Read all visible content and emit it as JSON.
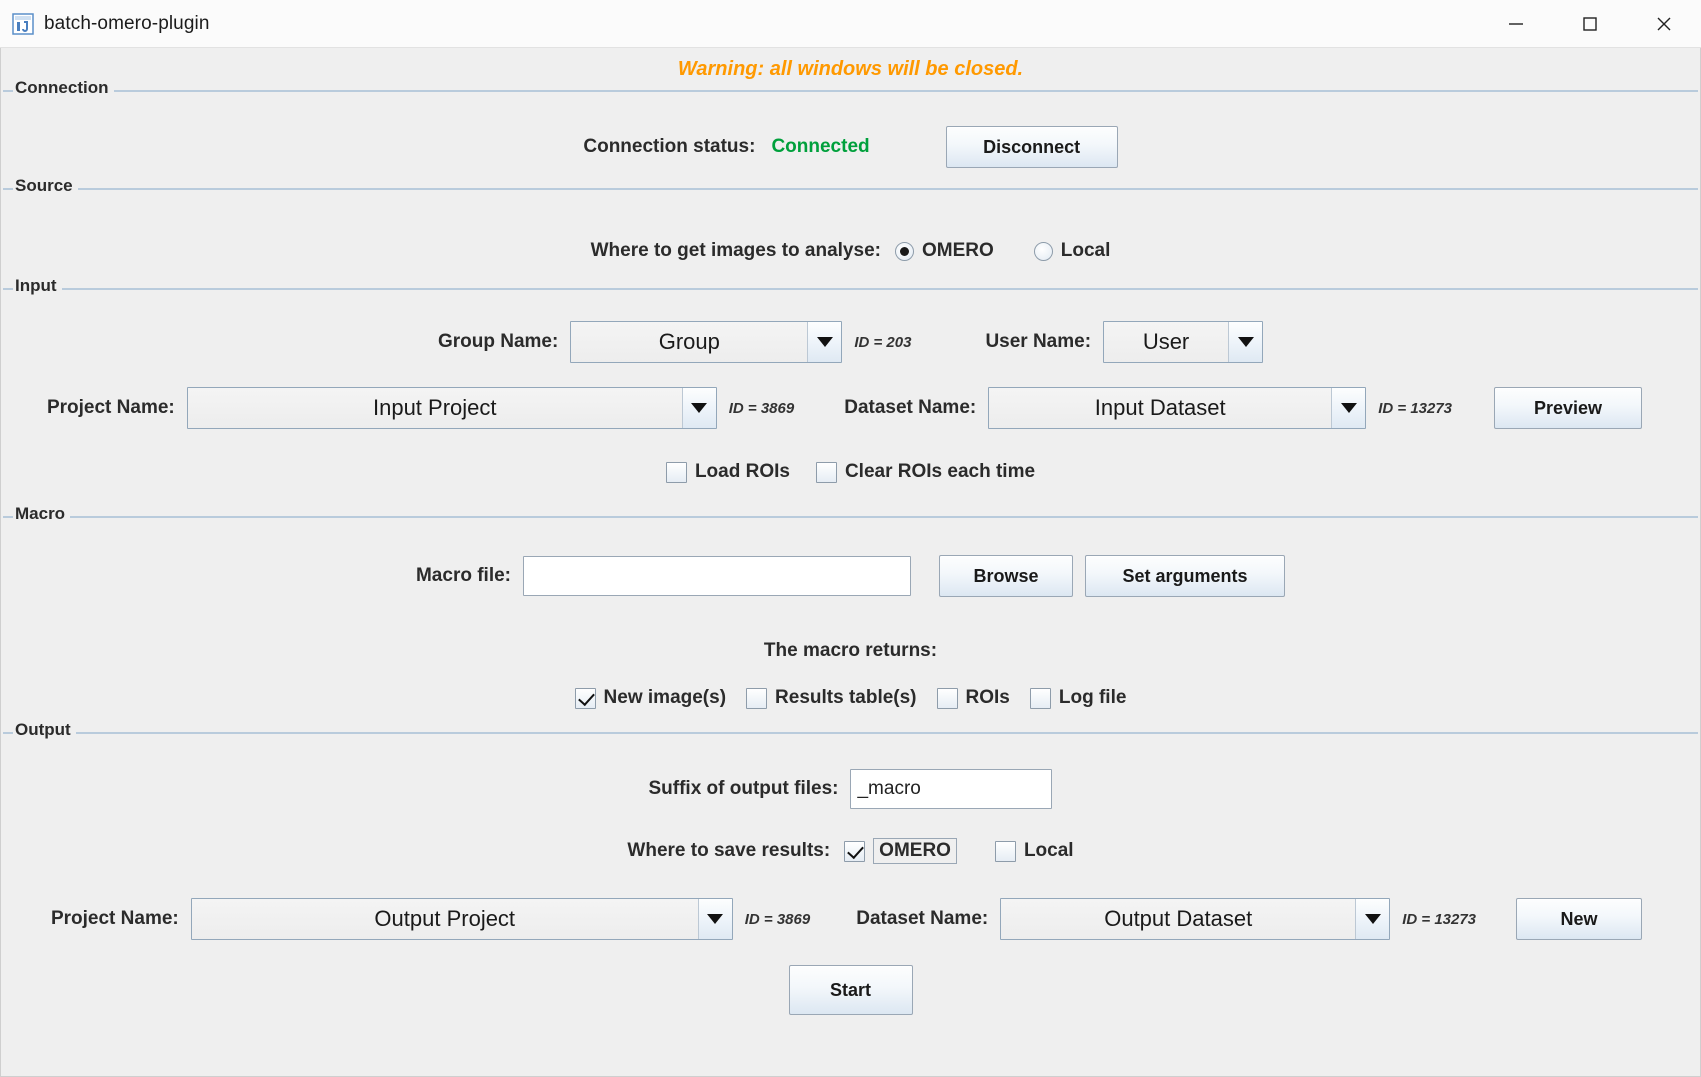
{
  "window": {
    "title": "batch-omero-plugin",
    "icon": "imagej-icon",
    "controls": {
      "minimize": "—",
      "maximize": "☐",
      "close": "✕"
    }
  },
  "warning": {
    "text": "Warning: all windows will be closed.",
    "color": "#ff9900"
  },
  "connection": {
    "panel_title": "Connection",
    "status_label": "Connection status:",
    "status_value": "Connected",
    "status_color": "#00a03c",
    "disconnect_button": "Disconnect"
  },
  "source": {
    "panel_title": "Source",
    "label": "Where to get images to analyse:",
    "options": [
      {
        "label": "OMERO",
        "selected": true
      },
      {
        "label": "Local",
        "selected": false
      }
    ]
  },
  "input": {
    "panel_title": "Input",
    "group_label": "Group Name:",
    "group_value": "Group",
    "group_id": "ID = 203",
    "user_label": "User Name:",
    "user_value": "User",
    "project_label": "Project Name:",
    "project_value": "Input Project",
    "project_id": "ID = 3869",
    "dataset_label": "Dataset Name:",
    "dataset_value": "Input Dataset",
    "dataset_id": "ID = 13273",
    "preview_button": "Preview",
    "checkboxes": [
      {
        "label": "Load ROIs",
        "checked": false
      },
      {
        "label": "Clear ROIs each time",
        "checked": false
      }
    ]
  },
  "macro": {
    "panel_title": "Macro",
    "file_label": "Macro file:",
    "file_value": "",
    "file_placeholder": "",
    "browse_button": "Browse",
    "set_arguments_button": "Set arguments",
    "returns_label": "The macro returns:",
    "returns": [
      {
        "label": "New image(s)",
        "checked": true
      },
      {
        "label": "Results table(s)",
        "checked": false
      },
      {
        "label": "ROIs",
        "checked": false
      },
      {
        "label": "Log file",
        "checked": false
      }
    ]
  },
  "output": {
    "panel_title": "Output",
    "suffix_label": "Suffix of output files:",
    "suffix_value": "_macro",
    "save_label": "Where to save results:",
    "save_options": [
      {
        "label": "OMERO",
        "checked": true,
        "focused": true
      },
      {
        "label": "Local",
        "checked": false,
        "focused": false
      }
    ],
    "project_label": "Project Name:",
    "project_value": "Output Project",
    "project_id": "ID = 3869",
    "dataset_label": "Dataset Name:",
    "dataset_value": "Output Dataset",
    "dataset_id": "ID = 13273",
    "new_button": "New"
  },
  "footer": {
    "start_button": "Start"
  }
}
